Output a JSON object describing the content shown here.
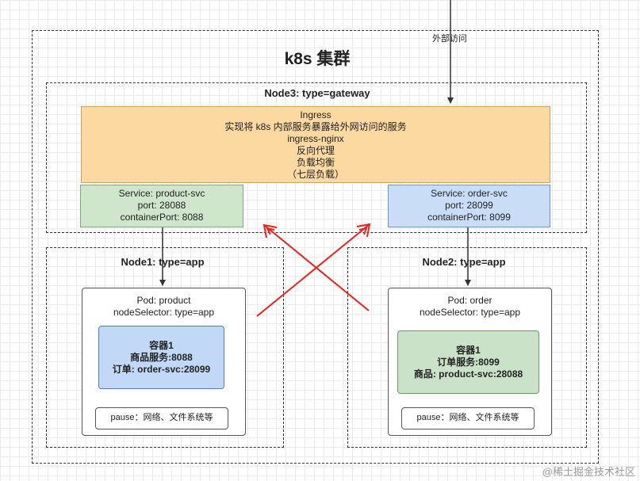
{
  "external_access": "外部访问",
  "cluster": {
    "title": "k8s 集群"
  },
  "node3": {
    "title": "Node3: type=gateway",
    "ingress_lines": [
      "Ingress",
      "实现将 k8s 内部服务暴露给外网访问的服务",
      "ingress-nginx",
      "反向代理",
      "负载均衡",
      "（七层负载）"
    ],
    "service_product": [
      "Service: product-svc",
      "port: 28088",
      "containerPort: 8088"
    ],
    "service_order": [
      "Service: order-svc",
      "port: 28099",
      "containerPort: 8099"
    ]
  },
  "node1": {
    "title": "Node1: type=app",
    "pod_lines": [
      "Pod: product",
      "nodeSelector: type=app"
    ],
    "container_lines": [
      "容器1",
      "商品服务:8088",
      "订单: order-svc:28099"
    ],
    "pause": "pause：网络、文件系统等"
  },
  "node2": {
    "title": "Node2: type=app",
    "pod_lines": [
      "Pod: order",
      "nodeSelector: type=app"
    ],
    "container_lines": [
      "容器1",
      "订单服务:8099",
      "商品: product-svc:28088"
    ],
    "pause": "pause：网络、文件系统等"
  },
  "watermark": "@稀土掘金技术社区",
  "colors": {
    "ingress": "#fcd9a0",
    "service_product": "#cfe6cc",
    "service_order": "#c9ddf7",
    "container_product": "#c1d9f6",
    "container_order": "#cae3c8",
    "cross_arrows": "#e8221c",
    "arrows": "#333333"
  }
}
